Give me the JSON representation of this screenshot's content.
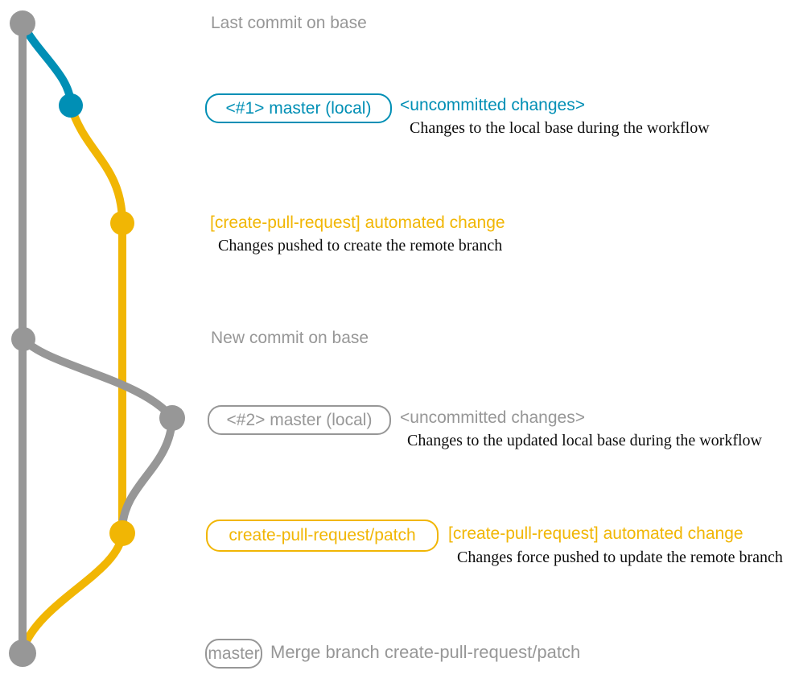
{
  "colors": {
    "base_branch": "#979797",
    "local_master_branch": "#008fb5",
    "patch_branch": "#f1b604",
    "annotation_text": "#0d0d0d",
    "background": "#ffffff"
  },
  "annotations": {
    "last_commit": {
      "text": "Last commit on base"
    },
    "row1": {
      "badge": "<#1> master (local)",
      "heading": "<uncommitted changes>",
      "detail": "Changes to the local base during the workflow"
    },
    "row2": {
      "heading": "[create-pull-request] automated change",
      "detail": "Changes pushed to create the remote branch"
    },
    "new_commit": {
      "text": "New commit on base"
    },
    "row3": {
      "badge": "<#2> master (local)",
      "heading": "<uncommitted changes>",
      "detail": "Changes to the updated local base during the workflow"
    },
    "row4": {
      "badge": "create-pull-request/patch",
      "heading": "[create-pull-request] automated change",
      "detail": "Changes force pushed to update the remote branch"
    },
    "row5": {
      "badge": "master",
      "heading": "Merge branch create-pull-request/patch"
    }
  }
}
